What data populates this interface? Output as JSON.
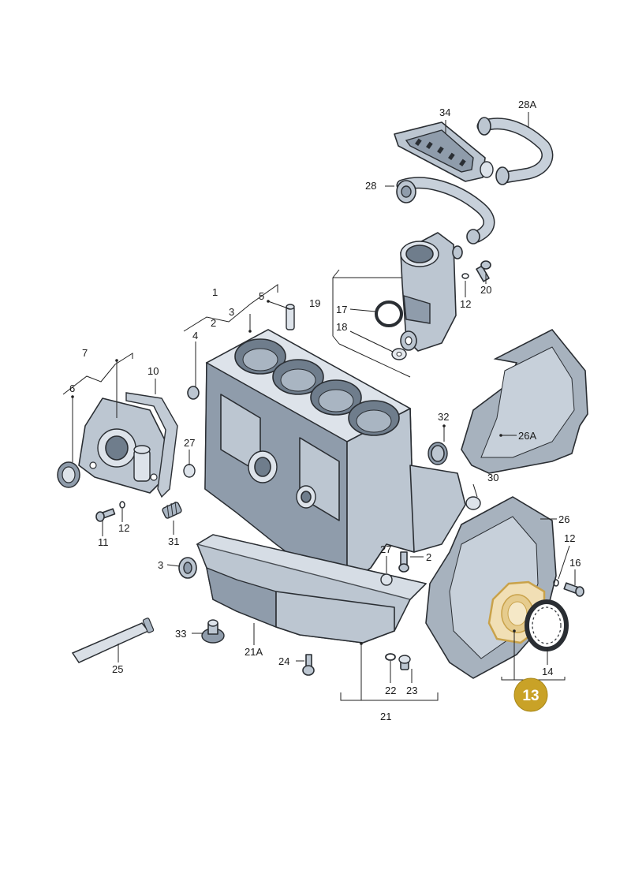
{
  "labels": {
    "l1": "1",
    "l2": "2",
    "l2b": "2",
    "l3": "3",
    "l3b": "3",
    "l4": "4",
    "l5": "5",
    "l6": "6",
    "l7": "7",
    "l10": "10",
    "l11": "11",
    "l12a": "12",
    "l12b": "12",
    "l12c": "12",
    "l14": "14",
    "l16": "16",
    "l17": "17",
    "l18": "18",
    "l19": "19",
    "l20": "20",
    "l21": "21",
    "l21a": "21A",
    "l22": "22",
    "l23": "23",
    "l24": "24",
    "l25": "25",
    "l26": "26",
    "l26a": "26A",
    "l27a": "27",
    "l27b": "27",
    "l28": "28",
    "l28a": "28A",
    "l30": "30",
    "l31": "31",
    "l32": "32",
    "l33": "33",
    "l34": "34"
  },
  "highlight": {
    "label": "13",
    "color": "#c9a227"
  }
}
